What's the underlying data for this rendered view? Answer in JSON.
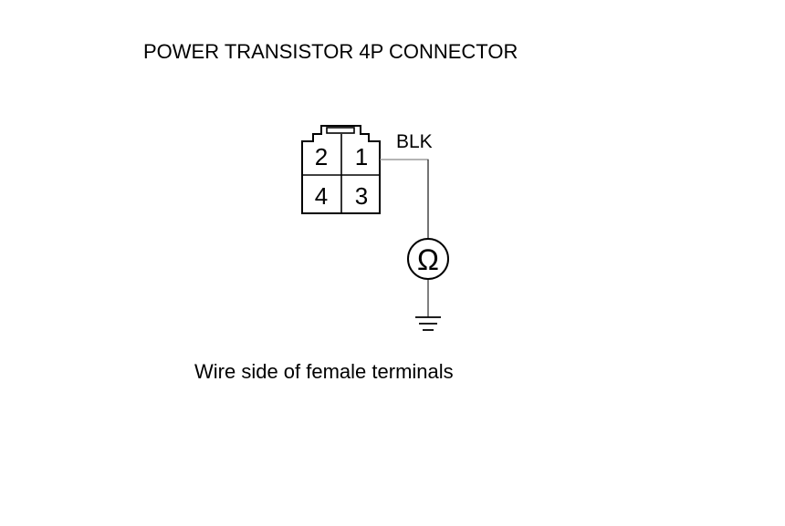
{
  "title": "POWER TRANSISTOR 4P CONNECTOR",
  "caption": "Wire side of female terminals",
  "connector": {
    "terminals": [
      "2",
      "1",
      "4",
      "3"
    ]
  },
  "wire": {
    "color_label": "BLK"
  },
  "meter": {
    "symbol": "Ω",
    "icon": "ohmmeter-icon"
  },
  "ground": {
    "icon": "ground-icon"
  },
  "colors": {
    "line": "#000000",
    "wire": "#888888"
  }
}
